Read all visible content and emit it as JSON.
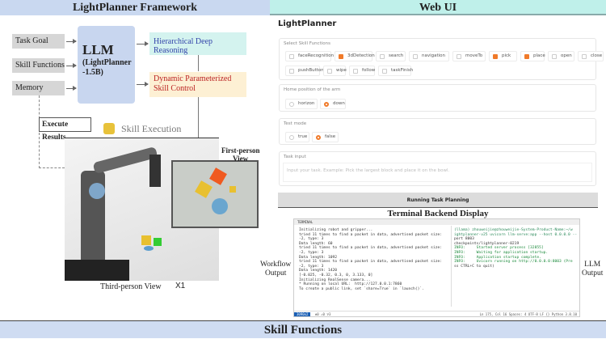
{
  "headers": {
    "left": "LightPlanner Framework",
    "right": "Web UI",
    "bottom": "Skill Functions"
  },
  "framework": {
    "inputs": [
      "Task Goal",
      "Skill Functions",
      "Memory"
    ],
    "llm_title": "LLM",
    "llm_sub1": "(LightPlanner",
    "llm_sub2": "-1.5B)",
    "reasoning": "Hierarchical Deep Reasoning",
    "control1": "Dynamic Parameterized",
    "control2": "Skill Control",
    "execute_results": "Execute Results",
    "skill_execution": "Skill Execution",
    "first_person_1": "First-person",
    "first_person_2": "View",
    "third_person": "Third-person View",
    "speed": "X1"
  },
  "webui": {
    "title": "LightPlanner",
    "skills_label": "Select Skill Functions",
    "skills": [
      {
        "label": "faceRecognition",
        "checked": false
      },
      {
        "label": "3dDetection",
        "checked": true
      },
      {
        "label": "search",
        "checked": false
      },
      {
        "label": "navigation",
        "checked": false
      },
      {
        "label": "moveTo",
        "checked": false
      },
      {
        "label": "pick",
        "checked": true
      },
      {
        "label": "place",
        "checked": true
      },
      {
        "label": "open",
        "checked": false
      },
      {
        "label": "close",
        "checked": false
      },
      {
        "label": "pushButton",
        "checked": false
      },
      {
        "label": "wipe",
        "checked": false
      },
      {
        "label": "follow",
        "checked": false
      },
      {
        "label": "taskFinish",
        "checked": false
      }
    ],
    "home_label": "Home position of the arm",
    "home_options": [
      "horizon",
      "down"
    ],
    "home_selected": "down",
    "test_label": "Test mode",
    "test_options": [
      "true",
      "false"
    ],
    "test_selected": "false",
    "task_label": "Task input",
    "task_placeholder": "Input your task. Example: Pick the largest block and place it on the bowl.",
    "run_button": "Running Task Planning"
  },
  "terminal": {
    "title": "Terminal Backend Display",
    "tab": "TERMINAL",
    "left_lines": [
      "Initializing robot and gripper...",
      "tried 11 times to find a packet in data, advertised packet size:",
      "-2, type: 3",
      "Data length: 60",
      "tried 11 times to find a packet in data, advertised packet size:",
      "-2, type: 3",
      "Data length: 1092",
      "tried 11 times to find a packet in data, advertised packet size:",
      "-2, type: 3",
      "Data length: 1420",
      "[-0.025, -0.32, 0.3, 0, 3.133, 0]",
      "",
      "Initializing RealSense camera...",
      "* Running on local URL:  http://127.0.0.1:7860",
      "",
      "To create a public link, set `share=True` in `launch()`."
    ],
    "right_lines": [
      "(llama) zhouweijie@zhouweijie-System-Product-Name:~/w",
      "ightplanner-v25 uvicorn llm-serve:app --host 0.0.0.0 --",
      "port 8003",
      "checkpoints/lightplanner-0219",
      "INFO:     Started server process [32855]",
      "INFO:     Waiting for application startup.",
      "INFO:     Application startup complete.",
      "INFO:     Uvicorn running on http://0.0.0.0:8003 (Pre",
      "ss CTRL+C to quit)"
    ],
    "status_left": "3090x2",
    "status_icons": "⊗0 ⚠0  ⅌3",
    "status_right": "Ln 175, Col 16   Spaces: 4   UTF-8   LF   {} Python   3.8.10",
    "workflow_label": [
      "Workflow",
      "Output"
    ],
    "llm_label": [
      "LLM",
      "Output"
    ]
  }
}
